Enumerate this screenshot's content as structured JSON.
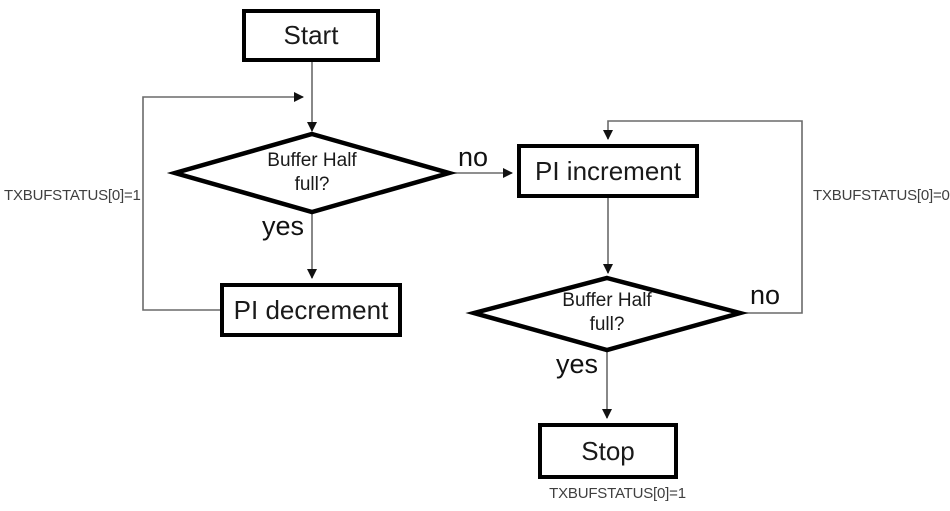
{
  "diagram": {
    "nodes": {
      "start": {
        "label": "Start"
      },
      "decision1": {
        "label": "Buffer Half\nfull?"
      },
      "pi_increment": {
        "label": "PI increment"
      },
      "pi_decrement": {
        "label": "PI decrement"
      },
      "decision2": {
        "label": "Buffer Half\nfull?"
      },
      "stop": {
        "label": "Stop"
      }
    },
    "edge_labels": {
      "decision1_no": "no",
      "decision1_yes": "yes",
      "decision2_no": "no",
      "decision2_yes": "yes"
    },
    "annotations": {
      "left": "TXBUFSTATUS[0]=1",
      "right": "TXBUFSTATUS[0]=0",
      "bottom": "TXBUFSTATUS[0]=1"
    },
    "colors": {
      "shape_border": "#000000",
      "connector": "#6a6a6a",
      "arrowhead": "#111111",
      "annotation_text": "#3f3f3f",
      "background": "#ffffff"
    }
  }
}
